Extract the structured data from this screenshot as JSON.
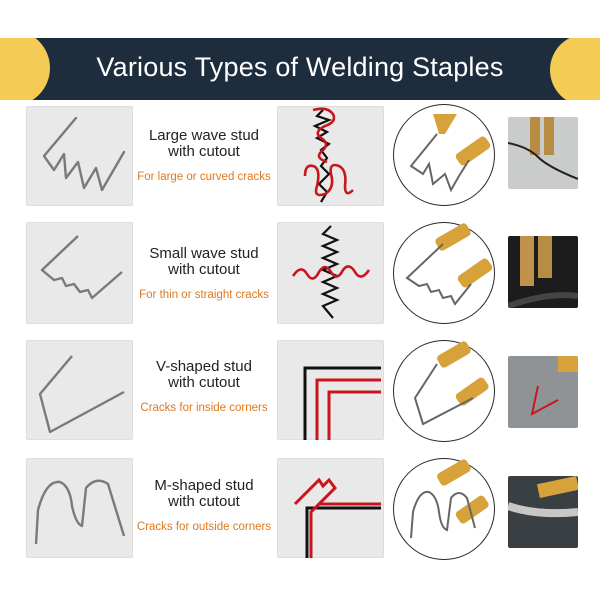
{
  "header": {
    "title": "Various Types of Welding Staples"
  },
  "colors": {
    "banner": "#1e2d3e",
    "accent_gold": "#f3cb55",
    "crack_red": "#c9161c",
    "subtitle_orange": "#e0781e"
  },
  "rows": [
    {
      "name": "Large wave stud\nwith cutout",
      "subtitle": "For large or curved cracks"
    },
    {
      "name": "Small wave stud\nwith cutout",
      "subtitle": "For thin or straight cracks"
    },
    {
      "name": "V-shaped stud\nwith cutout",
      "subtitle": "Cracks for inside corners"
    },
    {
      "name": "M-shaped stud\nwith cutout",
      "subtitle": "Cracks for outside corners"
    }
  ]
}
